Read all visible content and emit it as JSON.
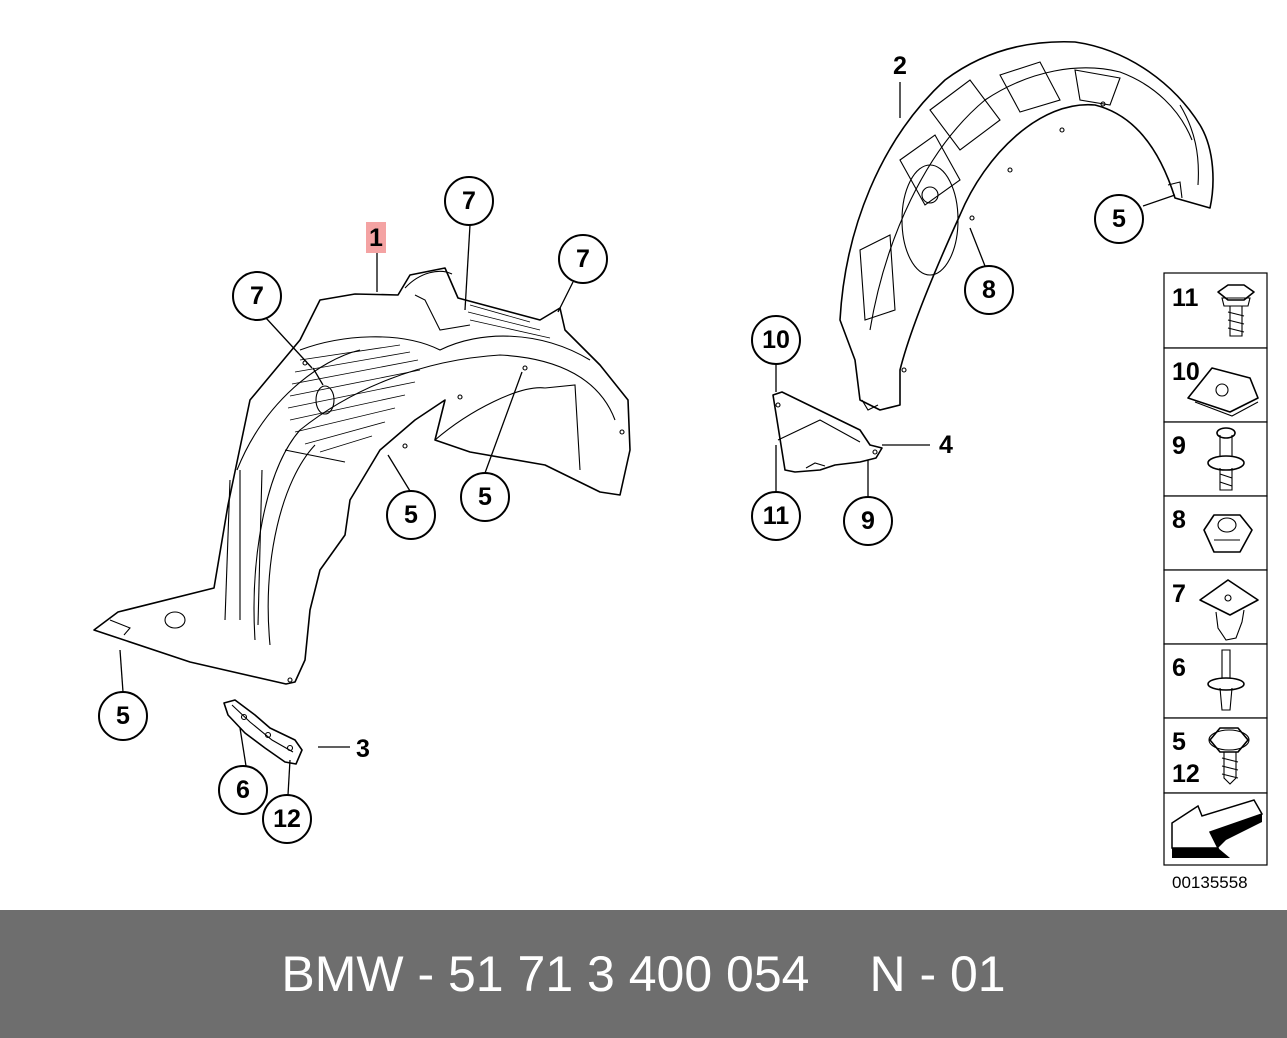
{
  "footer": {
    "part_number": "BMW - 51 71 3 400 054",
    "position": "N - 01"
  },
  "document_number": "00135558",
  "highlight_color": "#f4a3a3",
  "footer_color": "#6e6e6e",
  "callouts": {
    "c1": "1",
    "c2": "2",
    "c3": "3",
    "c4": "4",
    "c5a": "5",
    "c5b": "5",
    "c5c": "5",
    "c5d": "5",
    "c6": "6",
    "c7a": "7",
    "c7b": "7",
    "c7c": "7",
    "c8": "8",
    "c9": "9",
    "c10": "10",
    "c11": "11",
    "c12": "12"
  },
  "legend": {
    "row11": "11",
    "row10": "10",
    "row9": "9",
    "row8": "8",
    "row7": "7",
    "row6": "6",
    "row5_top": "5",
    "row5_bottom": "12"
  }
}
